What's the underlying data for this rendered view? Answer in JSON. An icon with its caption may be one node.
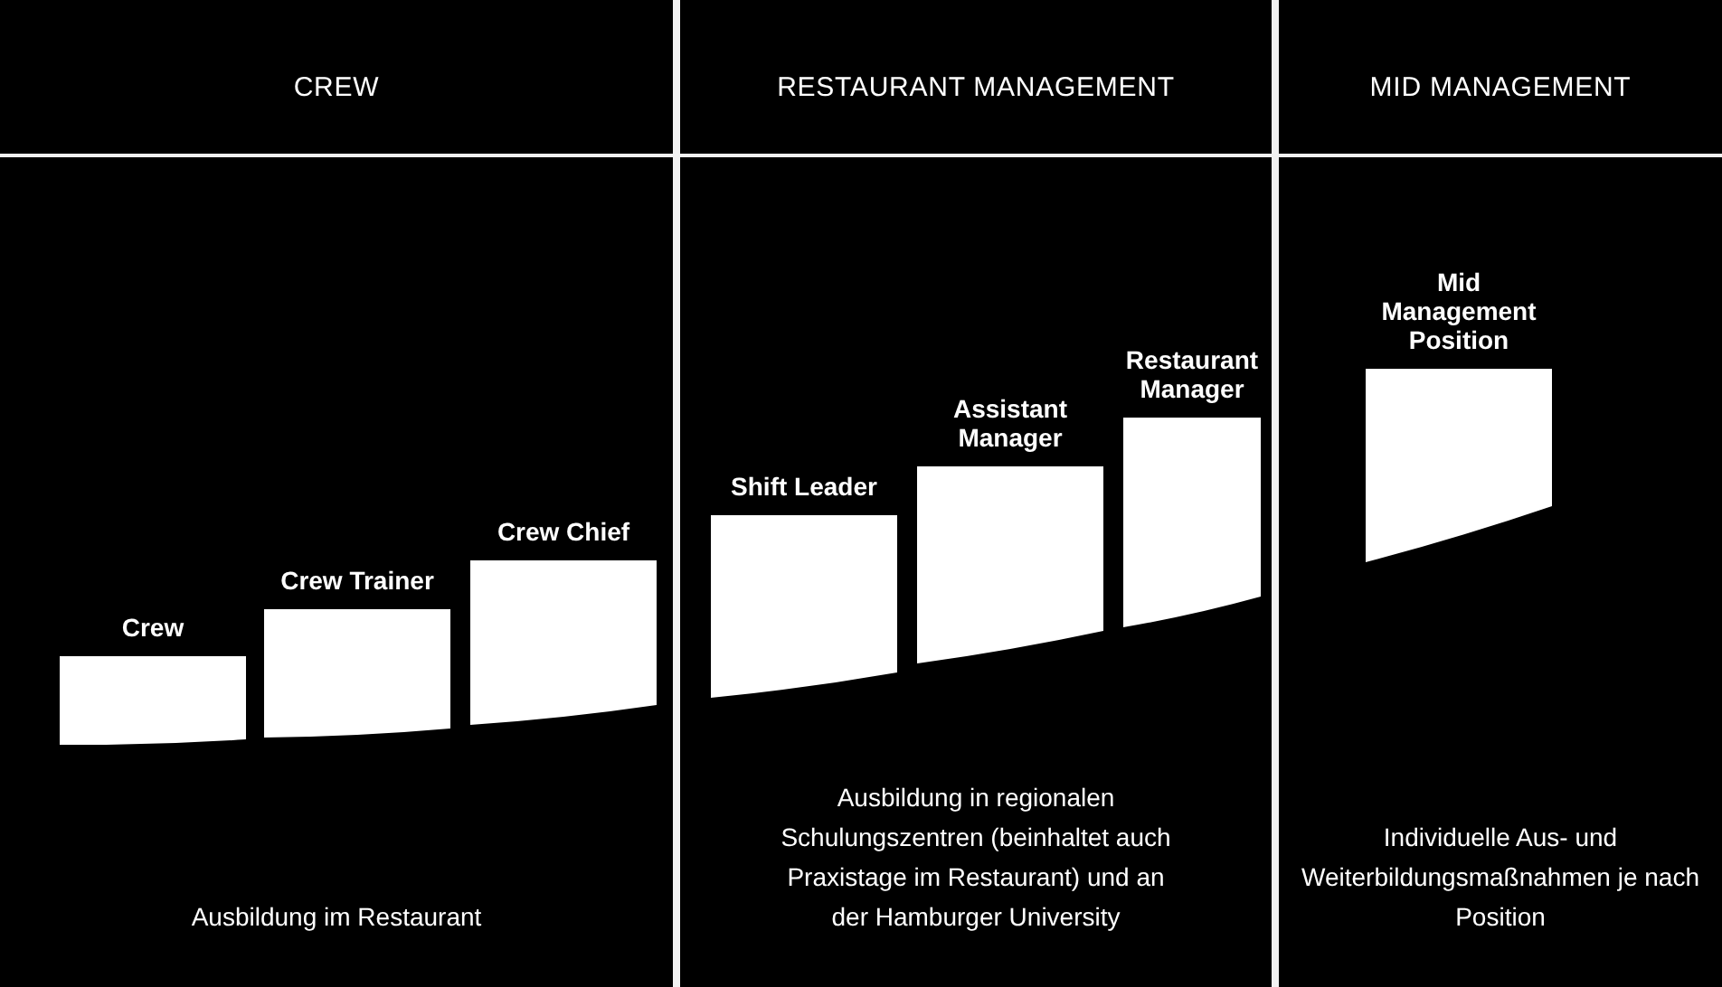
{
  "diagram": {
    "nodes": [
      {
        "text": [
          "CREW",
          "Ausbildung im Restaurant"
        ]
      },
      {
        "text": [
          "RESTAURANT MANAGEMENT",
          "Ausbildung in regionalen Schulungszentren (beinhaltet auch Praxistage im Restaurant) und an der Hamburger University"
        ]
      },
      {
        "text": [
          "MID MANAGEMENT",
          "Individuelle Aus- und Weiterbildungsmaßnahmen je nach Position"
        ]
      },
      {
        "text": [
          "Crew"
        ],
        "in": 0
      },
      {
        "text": [
          "Crew Trainer"
        ],
        "in": 0
      },
      {
        "text": [
          "Crew Chief"
        ],
        "in": 0
      },
      {
        "text": [
          "Shift Leader"
        ],
        "in": 1
      },
      {
        "text": [
          "Assistant Manager"
        ],
        "in": 1
      },
      {
        "text": [
          "Restaurant Manager"
        ],
        "in": 1
      },
      {
        "text": [
          "Mid Management Position"
        ],
        "in": 2
      }
    ]
  }
}
